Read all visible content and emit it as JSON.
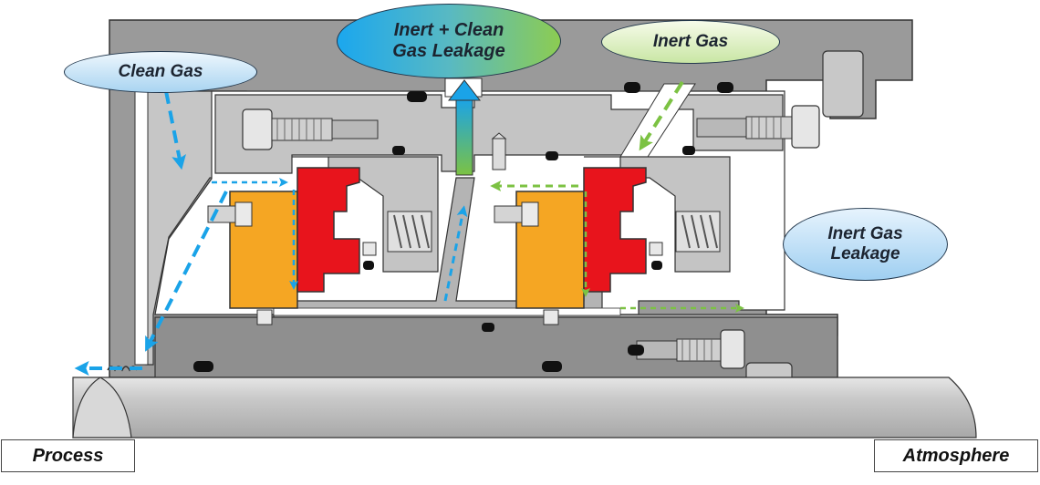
{
  "callouts": {
    "clean_gas": "Clean Gas",
    "inert_clean_leakage": "Inert + Clean\nGas Leakage",
    "inert_gas": "Inert Gas",
    "inert_gas_leakage": "Inert Gas\nLeakage"
  },
  "labels": {
    "process": "Process",
    "atmosphere": "Atmosphere"
  },
  "colors": {
    "housing": "#9a9a9a",
    "gland": "#c4c4c4",
    "cavity": "#ffffff",
    "rotating_ring": "#f5a623",
    "stationary_face": "#e8141c",
    "clean_gas_flow": "#1aa3e8",
    "inert_gas_flow": "#7cc243"
  }
}
